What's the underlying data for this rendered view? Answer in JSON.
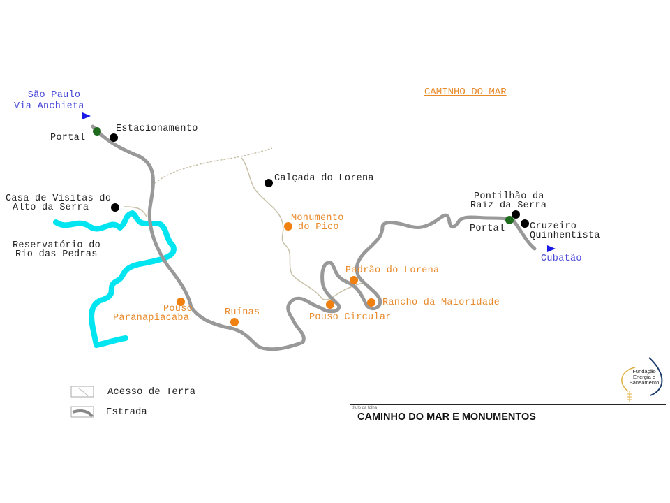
{
  "map_title": "CAMINHO DO MAR",
  "footer": {
    "small_label": "título da folha",
    "title": "CAMINHO DO MAR E MONUMENTOS"
  },
  "logo": {
    "line1": "Fundação",
    "line2": "Energia e",
    "line3": "Saneamento"
  },
  "destinations": {
    "sao_paulo_1": "São Paulo",
    "sao_paulo_2": "Via Anchieta",
    "cubatao": "Cubatão"
  },
  "points_black": {
    "portal_top": "Portal",
    "estacionamento": "Estacionamento",
    "calcada": "Calçada do Lorena",
    "casa_1": "Casa de Visitas do",
    "casa_2": "Alto da Serra",
    "pontilhao_1": "Pontilhão da",
    "pontilhao_2": "Raiz da Serra",
    "portal_bottom": "Portal",
    "cruzeiro_1": "Cruzeiro",
    "cruzeiro_2": "Quinhentista"
  },
  "reservoir": {
    "line1": "Reservatório do",
    "line2": "Rio das Pedras"
  },
  "monuments": {
    "pico_1": "Monumento",
    "pico_2": "do Pico",
    "padrao": "Padrão do Lorena",
    "rancho": "Rancho da Maioridade",
    "pouso_circular": "Pouso Circular",
    "ruinas": "Ruínas",
    "pouso_para_1": "Pouso",
    "pouso_para_2": "Paranapiacaba"
  },
  "legend": {
    "dirt": "Acesso de Terra",
    "road": "Estrada"
  },
  "colors": {
    "road": "#999999",
    "dirt": "#c8c0a8",
    "river": "#00e5f0",
    "monument": "#f08010",
    "poi": "#000000",
    "portal": "#1e6b1e",
    "arrow": "#1a1ae6"
  }
}
